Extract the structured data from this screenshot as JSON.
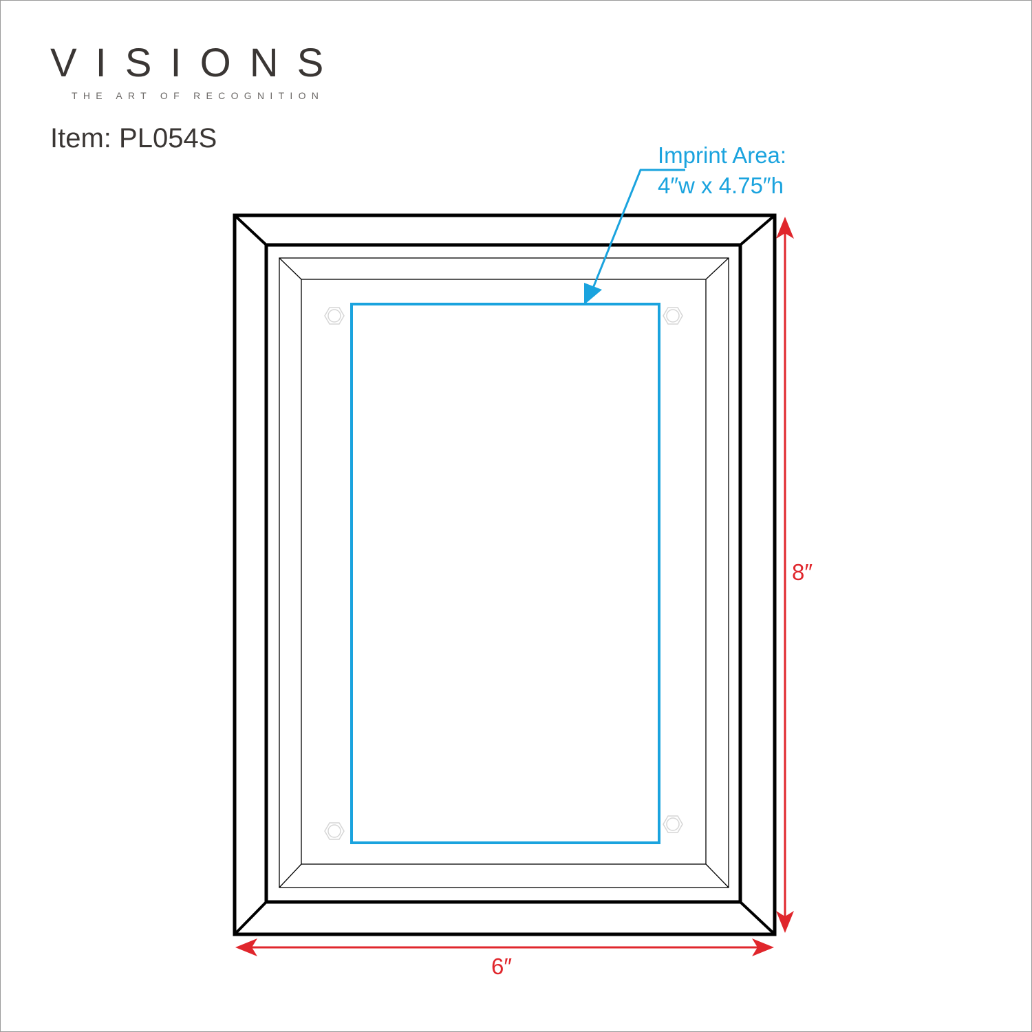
{
  "brand": {
    "name": "VISIONS",
    "tagline": "THE ART OF RECOGNITION"
  },
  "item": {
    "label": "Item: PL054S"
  },
  "imprint": {
    "title": "Imprint Area:",
    "size": "4″w x 4.75″h"
  },
  "dimensions": {
    "height": "8″",
    "width": "6″"
  },
  "colors": {
    "frame": "#000000",
    "imprint": "#1aa3de",
    "dimension": "#e0262c",
    "text": "#3a3634"
  }
}
